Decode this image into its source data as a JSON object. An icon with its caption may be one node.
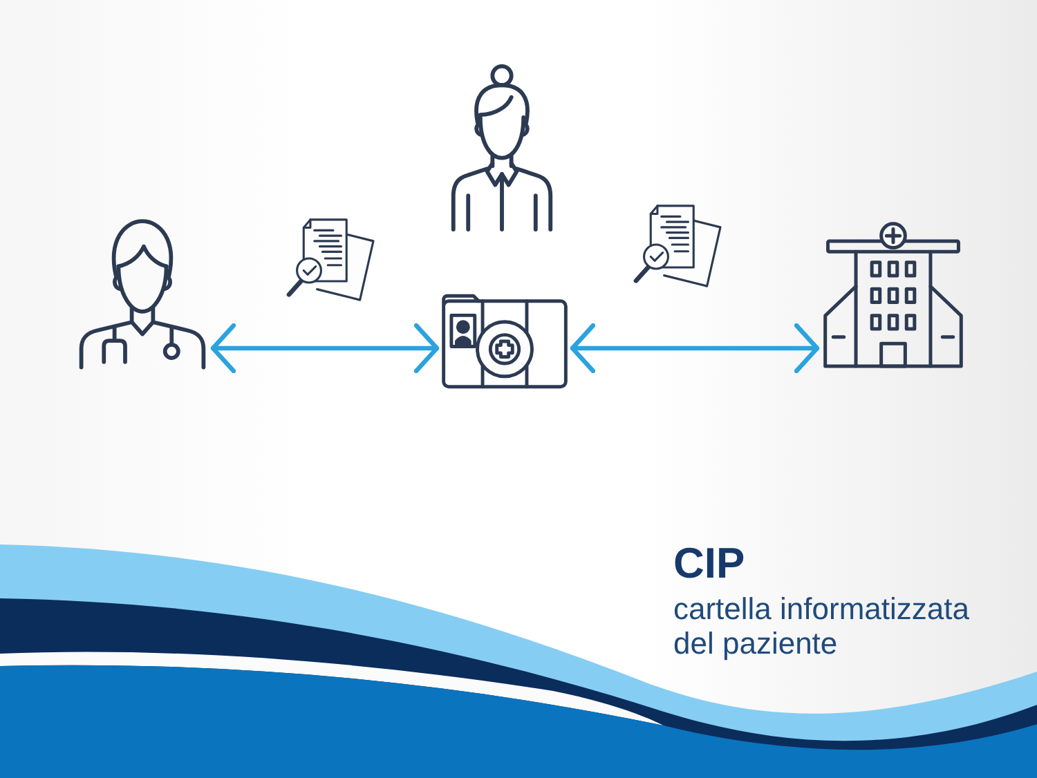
{
  "diagram": {
    "nodes": [
      {
        "text": [],
        "shape": "person"
      },
      {
        "text": [],
        "shape": "picture"
      },
      {
        "text": [],
        "shape": "person"
      },
      {
        "text": [],
        "shape": "picture"
      },
      {
        "text": [],
        "shape": "picture"
      },
      {
        "text": [],
        "shape": "picture"
      }
    ],
    "edges": [
      {
        "from": 0,
        "to": 3,
        "arrow": "both"
      },
      {
        "from": 3,
        "to": 5,
        "arrow": "both"
      }
    ],
    "labels": [
      "CIP",
      "cartella informatizzata del paziente"
    ]
  }
}
